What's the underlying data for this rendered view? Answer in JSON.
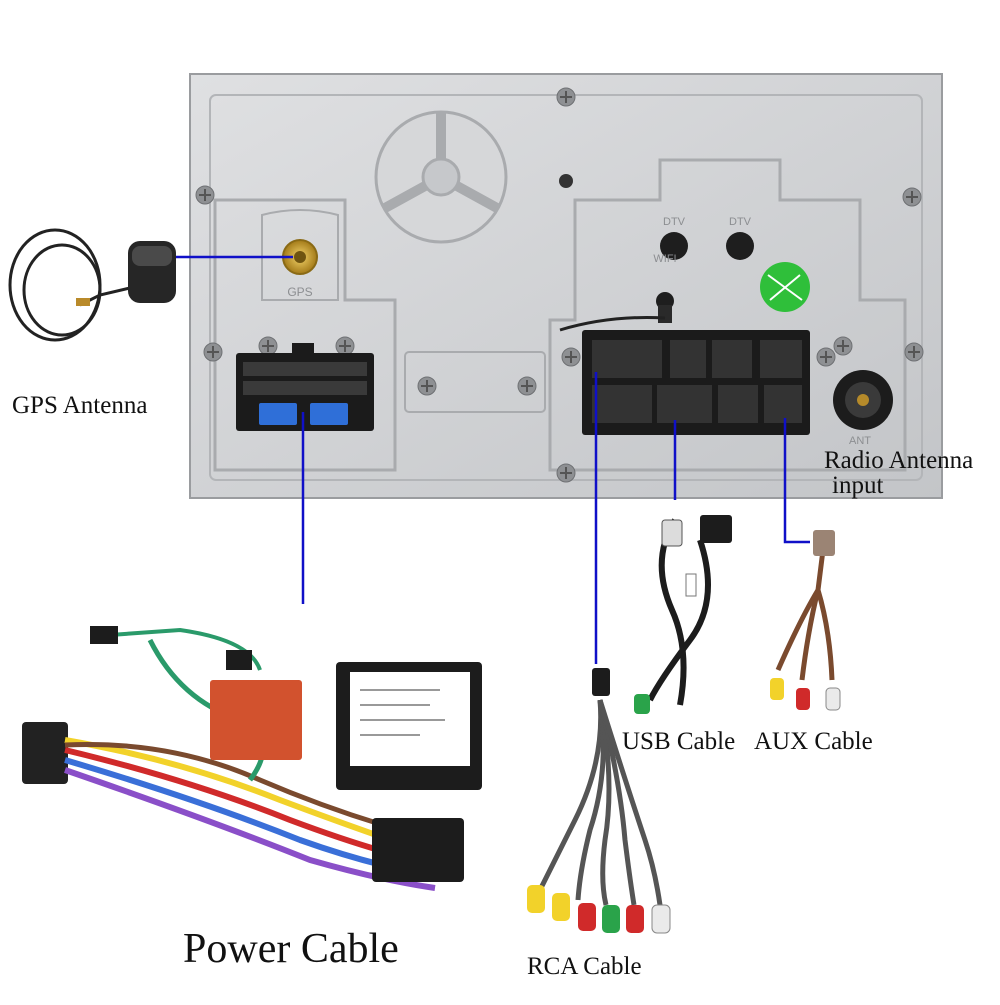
{
  "labels": {
    "gps_antenna": "GPS Antenna",
    "radio_antenna_line1": "Radio Antenna",
    "radio_antenna_line2": "input",
    "usb_cable": "USB Cable",
    "aux_cable": "AUX Cable",
    "power_cable": "Power Cable",
    "rca_cable": "RCA Cable"
  },
  "panel_text": {
    "gps_port": "GPS",
    "dtv_1": "DTV",
    "dtv_2": "DTV",
    "wifi_port": "WIFI",
    "ant_port": "ANT"
  },
  "colors": {
    "leader_line": "#1010c8",
    "panel": "#cfd1d3",
    "panel_edge": "#9a9c9f",
    "connector": "#1b1b1b",
    "gps_port": "#c9a230",
    "fuse": "#2f6fd8",
    "qc_sticker": "#2fbf3a",
    "rca_red": "#d02a2a",
    "rca_white": "#eaeaea",
    "rca_yellow": "#f2d22a",
    "rca_green": "#2aa34a",
    "iso_plug": "#d2522e"
  }
}
